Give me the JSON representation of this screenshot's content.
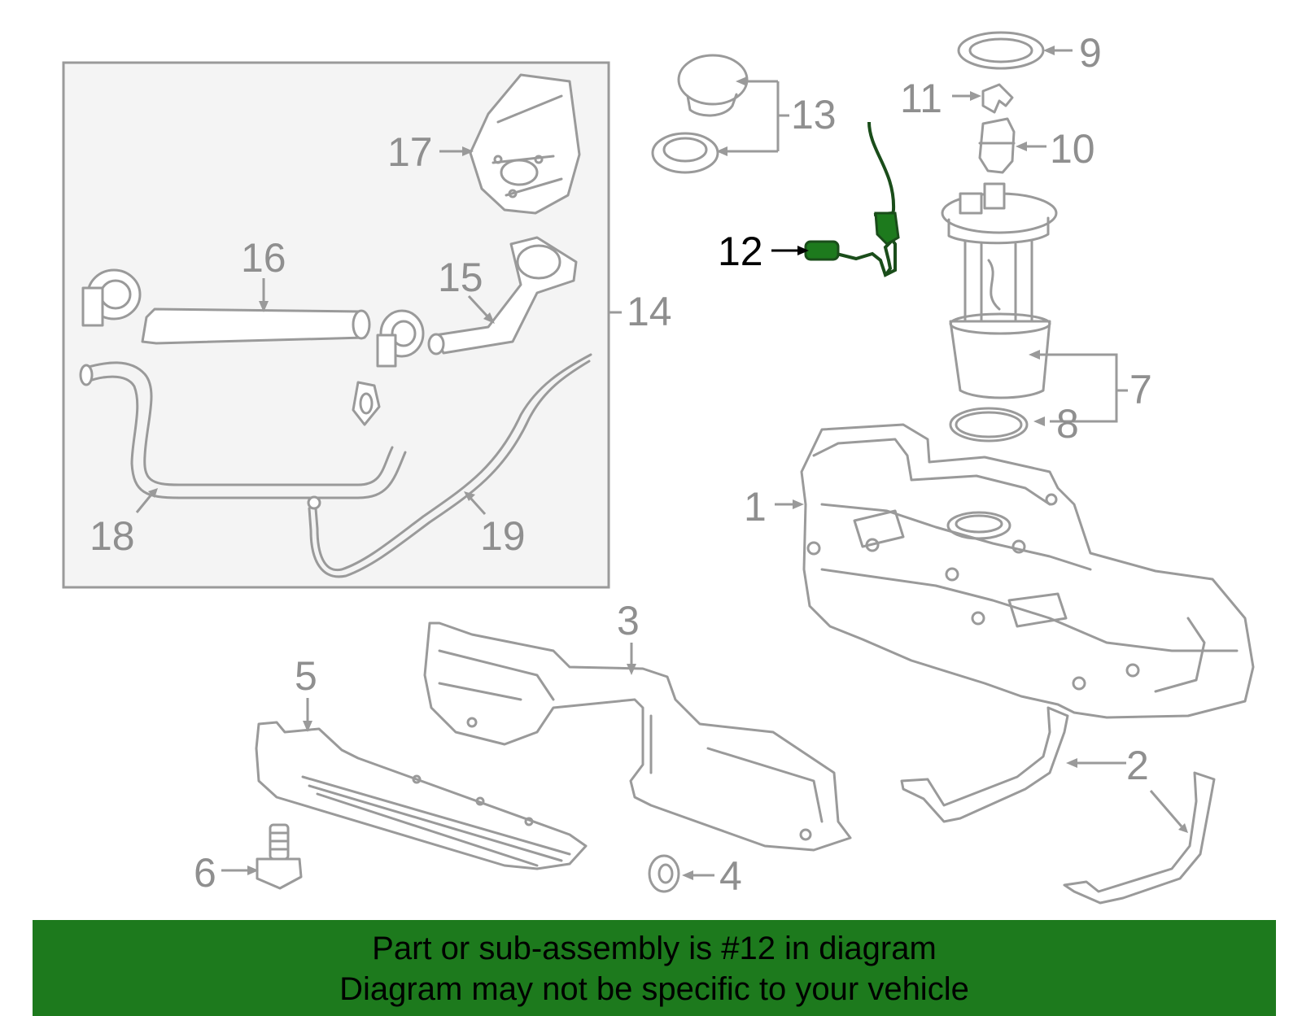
{
  "callouts": {
    "c1": "1",
    "c2": "2",
    "c3": "3",
    "c4": "4",
    "c5": "5",
    "c6": "6",
    "c7": "7",
    "c8": "8",
    "c9": "9",
    "c10": "10",
    "c11": "11",
    "c12": "12",
    "c13": "13",
    "c14": "14",
    "c15": "15",
    "c16": "16",
    "c17": "17",
    "c18": "18",
    "c19": "19"
  },
  "highlight": {
    "part": "12",
    "color": "#1d7a1d"
  },
  "colors": {
    "line": "#9a9a9a",
    "banner": "#1d7a1d",
    "inset_bg": "#f4f4f4"
  },
  "banner": {
    "line1": "Part or sub-assembly is #12 in diagram",
    "line2": "Diagram may not be specific to your vehicle"
  }
}
